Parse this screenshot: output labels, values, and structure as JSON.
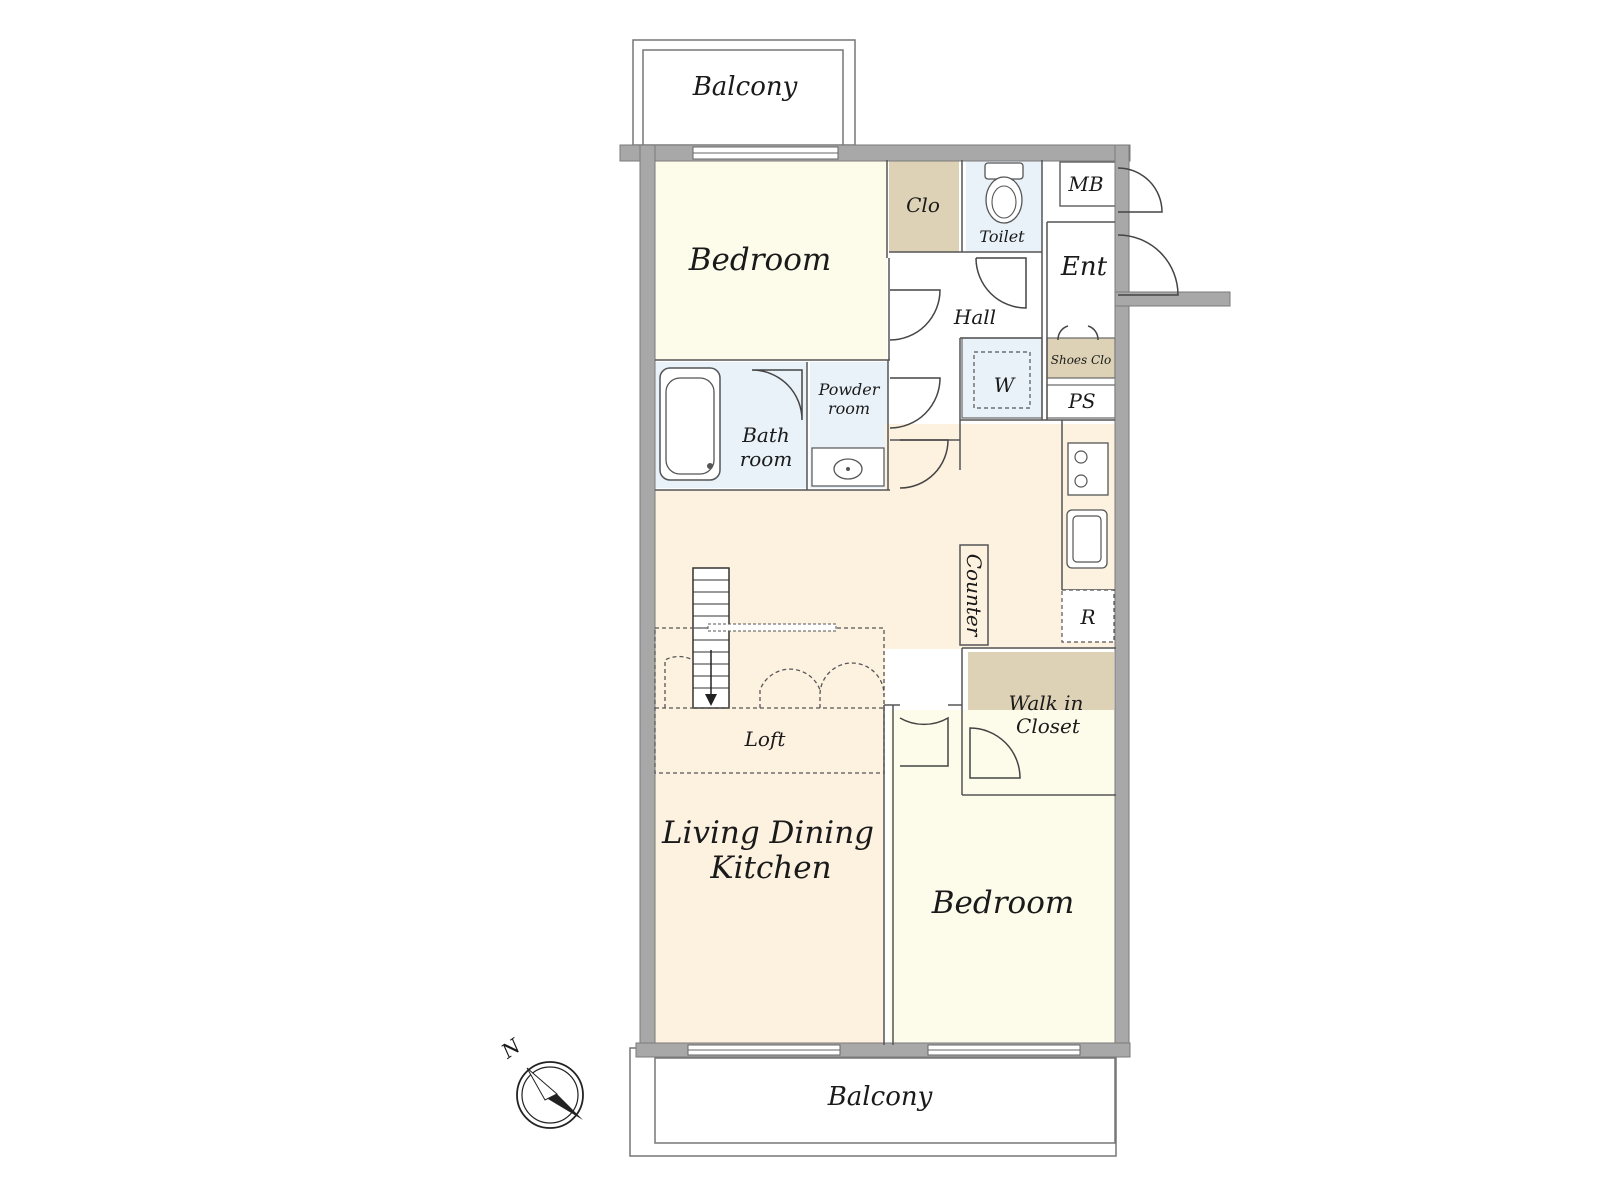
{
  "rooms": {
    "balcony_top": "Balcony",
    "bedroom_upper": "Bedroom",
    "closet": "Clo",
    "toilet": "Toilet",
    "meter_box": "MB",
    "entrance": "Ent",
    "hall": "Hall",
    "shoes_closet": "Shoes Clo",
    "washer": "W",
    "pipe_space": "PS",
    "powder_room_line1": "Powder",
    "powder_room_line2": "room",
    "bath_room_line1": "Bath",
    "bath_room_line2": "room",
    "counter": "Counter",
    "refrigerator": "R",
    "walk_in_closet_line1": "Walk in",
    "walk_in_closet_line2": "Closet",
    "loft": "Loft",
    "ldk_line1": "Living Dining",
    "ldk_line2": "Kitchen",
    "bedroom_lower": "Bedroom",
    "balcony_bottom": "Balcony"
  },
  "compass": {
    "north": "N"
  },
  "colors": {
    "bedroom": "#fdfbea",
    "ldk": "#fdf2e0",
    "wet_area": "#e9f2f9",
    "closet": "#ddd2b6",
    "wall": "#a8a8a8",
    "white": "#ffffff"
  }
}
